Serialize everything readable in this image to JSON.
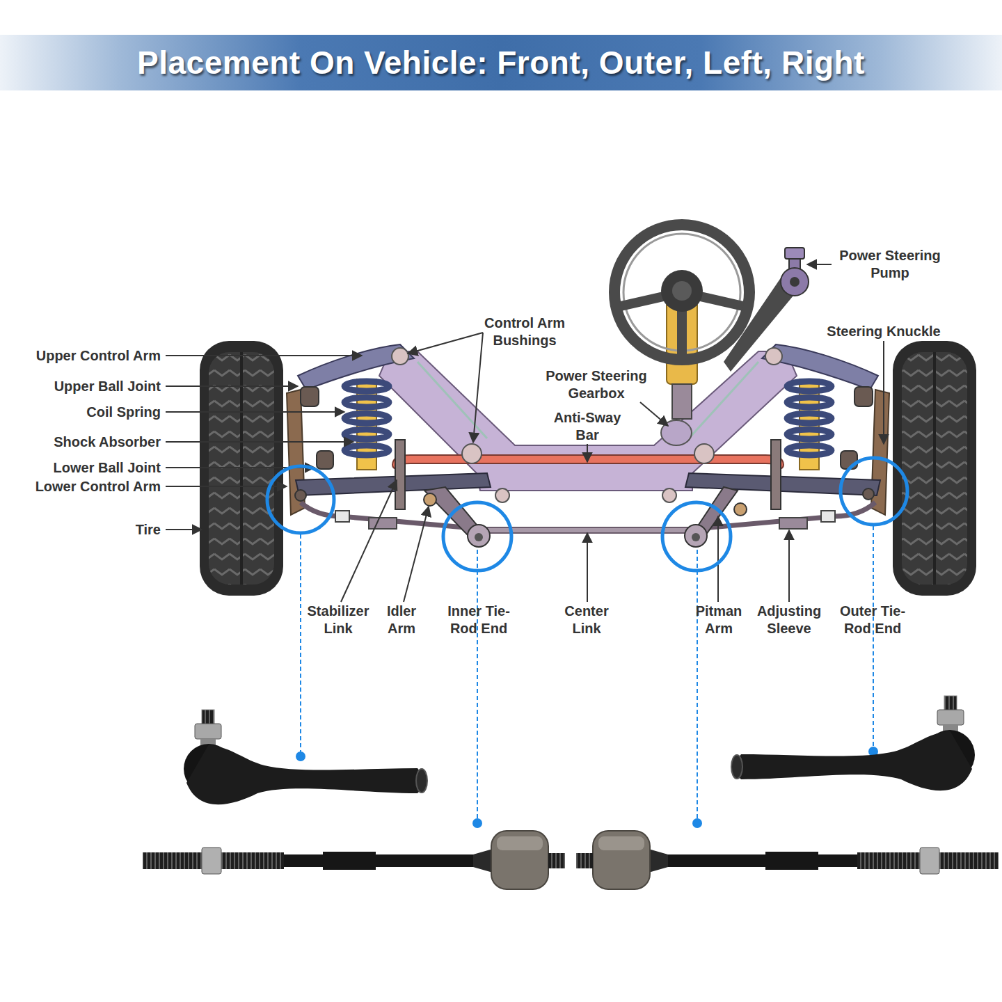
{
  "diagram": {
    "title": "Placement On Vehicle: Front, Outer, Left, Right",
    "labels": [
      "Power Steering Pump",
      "Control Arm Bushings",
      "Steering Knuckle",
      "Upper Control Arm",
      "Power Steering Gearbox",
      "Upper Ball Joint",
      "Anti-Sway Bar",
      "Coil Spring",
      "Shock Absorber",
      "Lower Ball Joint",
      "Lower Control Arm",
      "Tire",
      "Stabilizer Link",
      "Idler Arm",
      "Inner Tie-Rod End",
      "Center Link",
      "Pitman Arm",
      "Adjusting Sleeve",
      "Outer Tie-Rod End"
    ]
  }
}
